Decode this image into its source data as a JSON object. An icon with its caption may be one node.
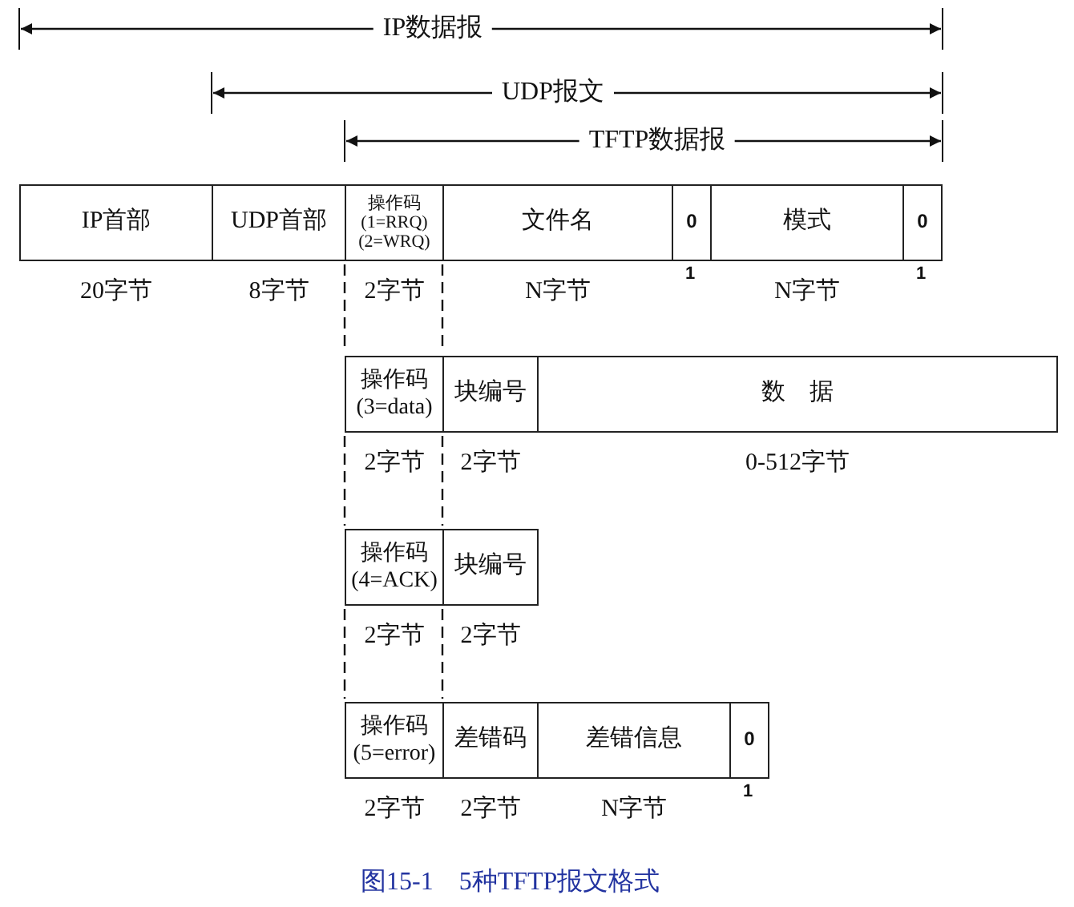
{
  "diagram": {
    "caption": "图15-1　5种TFTP报文格式",
    "nodes": [
      {
        "text": [
          "IP首部"
        ],
        "beside": [
          "20字节"
        ]
      },
      {
        "text": [
          "UDP首部"
        ],
        "beside": [
          "8字节"
        ]
      },
      {
        "text": [
          "操作码 (1=RRQ) (2=WRQ)"
        ],
        "beside": [
          "2字节"
        ]
      },
      {
        "text": [
          "文件名"
        ],
        "beside": [
          "N字节"
        ]
      },
      {
        "text": [
          "0"
        ],
        "beside": [
          "1"
        ]
      },
      {
        "text": [
          "模式"
        ],
        "beside": [
          "N字节"
        ]
      },
      {
        "text": [
          "0"
        ],
        "beside": [
          "1"
        ]
      },
      {
        "text": [
          "操作码 (3=data)"
        ],
        "beside": [
          "2字节"
        ]
      },
      {
        "text": [
          "块编号"
        ],
        "beside": [
          "2字节"
        ]
      },
      {
        "text": [
          "数　据"
        ],
        "beside": [
          "0-512字节"
        ]
      },
      {
        "text": [
          "操作码 (4=ACK)"
        ],
        "beside": [
          "2字节"
        ]
      },
      {
        "text": [
          "块编号"
        ],
        "beside": [
          "2字节"
        ]
      },
      {
        "text": [
          "操作码 (5=error)"
        ],
        "beside": [
          "2字节"
        ]
      },
      {
        "text": [
          "差错码"
        ],
        "beside": [
          "2字节"
        ]
      },
      {
        "text": [
          "差错信息"
        ],
        "beside": [
          "N字节"
        ]
      },
      {
        "text": [
          "0"
        ],
        "beside": [
          "1"
        ]
      }
    ],
    "labels": [
      "IP数据报",
      "UDP报文",
      "TFTP数据报"
    ]
  }
}
